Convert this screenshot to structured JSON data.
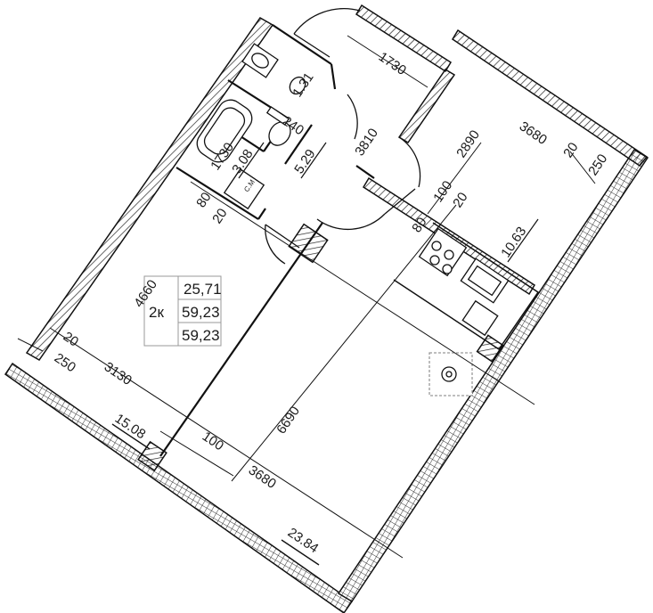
{
  "summary": {
    "type_label": "2к",
    "living_area": "25,71",
    "total_area": "59,23",
    "total_area_with_balcony": "59,23"
  },
  "rooms": [
    {
      "id": "bath",
      "area": "3.08"
    },
    {
      "id": "wc",
      "area": "1.31"
    },
    {
      "id": "hall",
      "area": "5.29"
    },
    {
      "id": "bedroom-right",
      "area": "10.63"
    },
    {
      "id": "bedroom-left",
      "area": "15.08"
    },
    {
      "id": "living-kitchen",
      "area": "23.84"
    }
  ],
  "dimensions": {
    "d1730": "1730",
    "d3680_top": "3680",
    "d2890": "2890",
    "d3810": "3810",
    "d20_a": "20",
    "d250_a": "250",
    "d100_a": "100",
    "d20_b": "20",
    "d80_a": "80",
    "d240": "240",
    "d1730_bath": "1730",
    "d80_b": "80",
    "d20_c": "20",
    "d4660": "4660",
    "d20_d": "20",
    "d250_b": "250",
    "d3130": "3130",
    "d6690": "6690",
    "d100_b": "100",
    "d3680_bottom": "3680"
  },
  "labels": {
    "washer": "С.М"
  }
}
